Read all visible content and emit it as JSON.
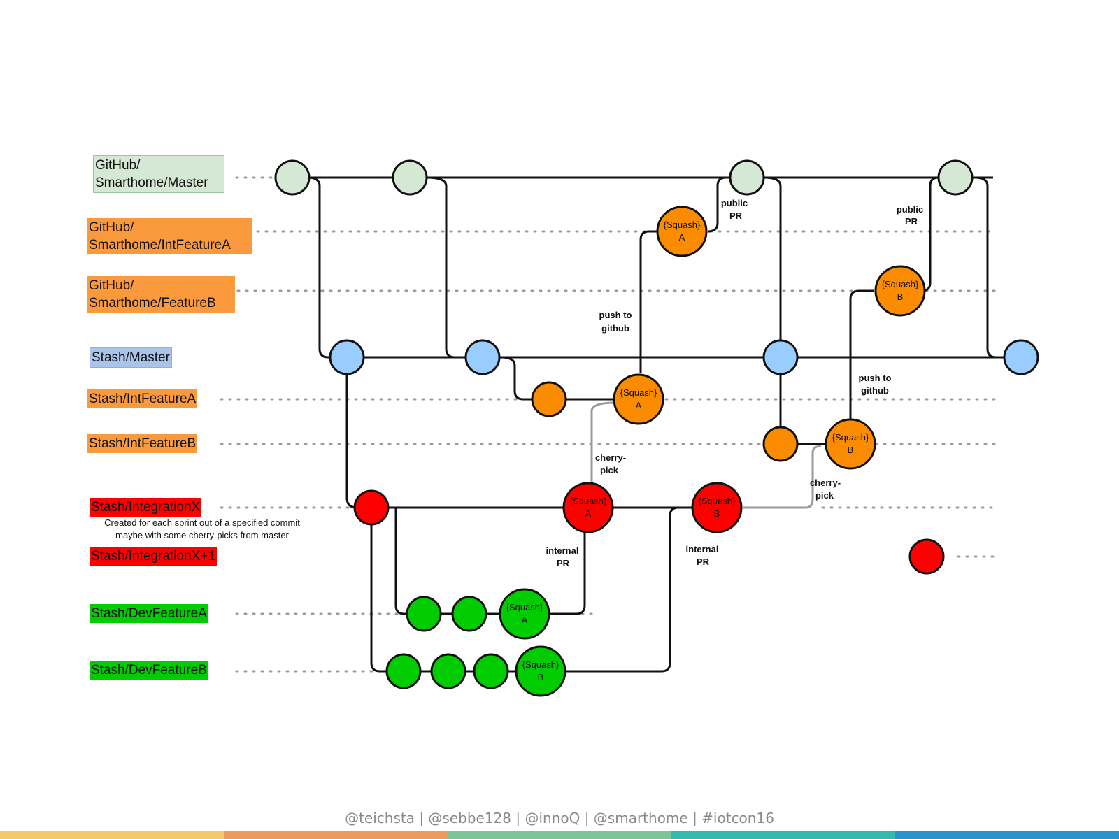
{
  "lanes": {
    "gh_master": [
      "GitHub/",
      "Smarthome/Master"
    ],
    "gh_intfeature_a": [
      "GitHub/",
      "Smarthome/IntFeatureA"
    ],
    "gh_feature_b": [
      "GitHub/",
      "Smarthome/FeatureB"
    ],
    "stash_master": "Stash/Master",
    "stash_intfeature_a": "Stash/IntFeatureA",
    "stash_intfeature_b": "Stash/IntFeatureB",
    "stash_integration_x": "Stash/IntegrationX",
    "stash_integration_x1": "Stash/IntegrationX+1",
    "stash_devfeature_a": "Stash/DevFeatureA",
    "stash_devfeature_b": "Stash/DevFeatureB"
  },
  "integration_note": [
    "Created for each sprint out of a specified commit",
    "maybe with some cherry-picks from master"
  ],
  "node_labels": {
    "squash": "{Squash}",
    "a": "A",
    "b": "B"
  },
  "annotations": {
    "public_pr": [
      "public",
      "PR"
    ],
    "push_to_github": [
      "push to",
      "github"
    ],
    "cherry_pick": [
      "cherry-",
      "pick"
    ],
    "internal_pr": [
      "internal",
      "PR"
    ]
  },
  "footer": "@teichsta | @sebbe128 | @innoQ | @smarthome | #iotcon16",
  "colors": {
    "gh_master_fill": "#d5e8d4",
    "orange": "#fb8c00",
    "blue": "#99ccff",
    "red": "#ff0000",
    "green": "#00cc00",
    "stripe": [
      "#f5c96b",
      "#ec9a5e",
      "#7ec49a",
      "#35b8ad",
      "#2a93c9"
    ]
  }
}
